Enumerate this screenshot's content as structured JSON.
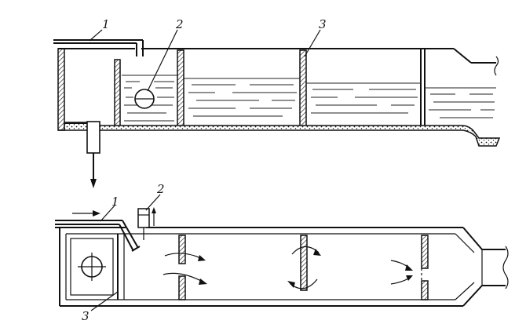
{
  "callouts": {
    "top": {
      "pipe": "1",
      "float": "2",
      "partition": "3"
    },
    "bottom": {
      "pipe": "1",
      "valve": "2",
      "partition": "3"
    }
  },
  "colors": {
    "ink": "#111111",
    "background": "#ffffff"
  }
}
